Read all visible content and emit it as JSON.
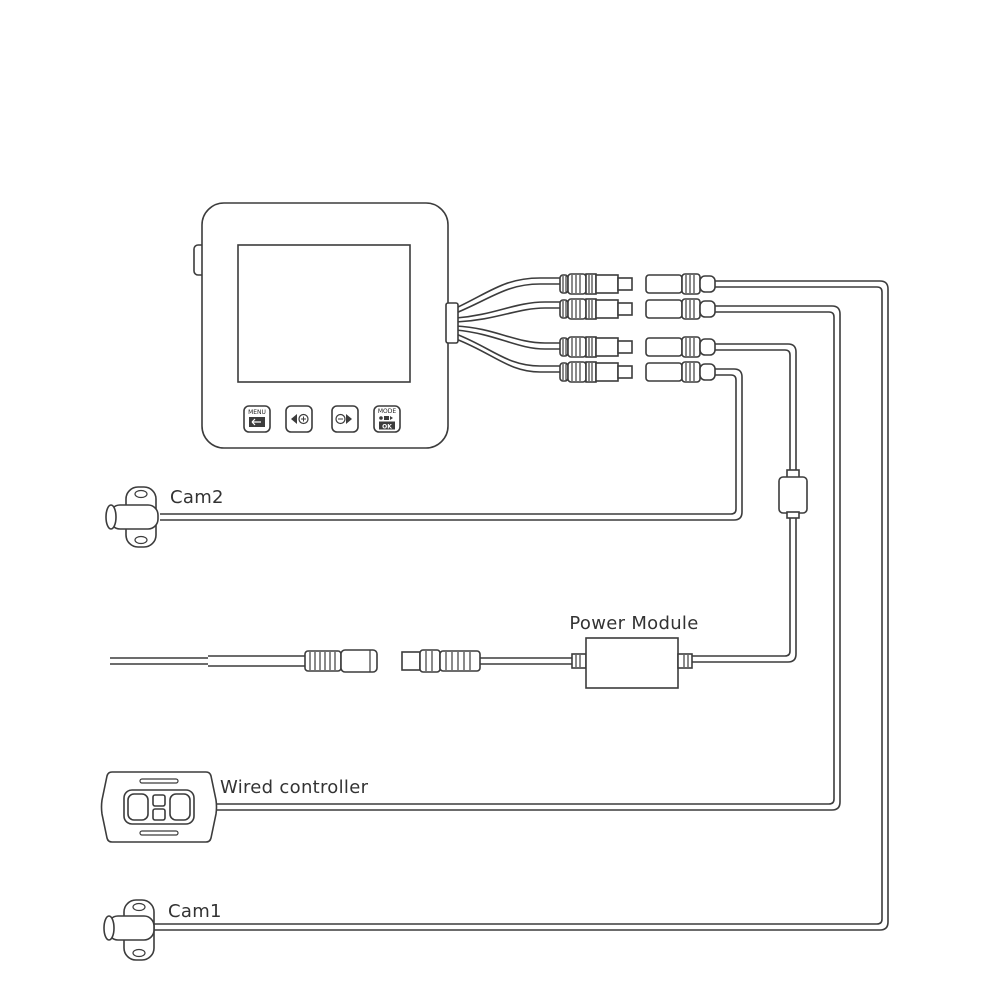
{
  "labels": {
    "cam2": "Cam2",
    "power_module": "Power Module",
    "wired_controller": "Wired controller",
    "cam1": "Cam1"
  },
  "device": {
    "buttons": {
      "menu": "MENU",
      "mode": "MODE",
      "ok": "OK"
    }
  },
  "colors": {
    "line": "#3c3c3c",
    "background": "#ffffff"
  }
}
